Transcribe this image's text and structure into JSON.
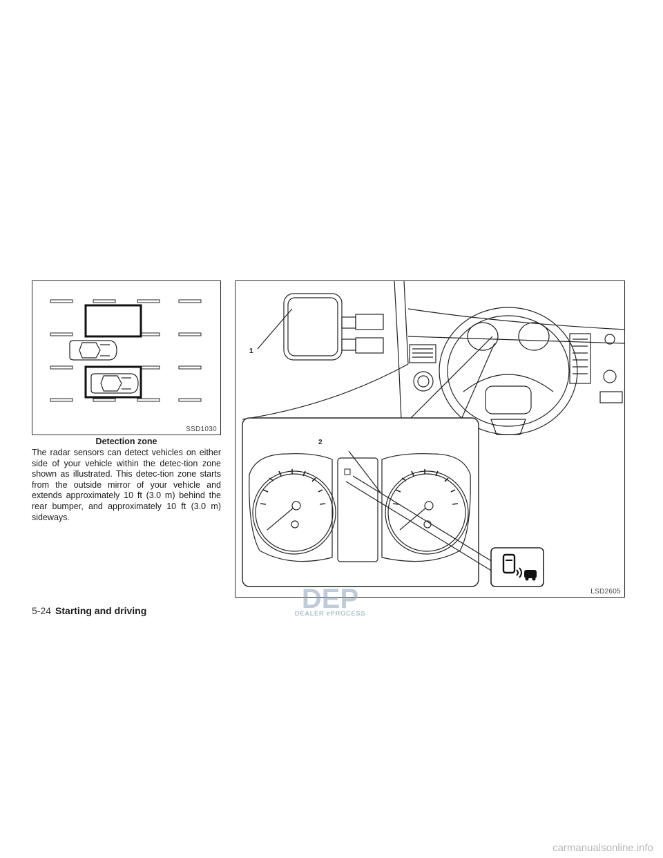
{
  "figure1": {
    "code": "SSD1030",
    "caption": "Detection zone"
  },
  "figure2": {
    "code": "LSD2605",
    "callout_1": "1",
    "callout_2": "2"
  },
  "body_text": "The radar sensors can detect vehicles on either side of your vehicle within the detec-tion zone shown as illustrated. This detec-tion zone starts from the outside mirror of your vehicle and extends approximately 10 ft (3.0 m) behind the rear bumper, and approximately 10 ft (3.0 m) sideways.",
  "footer": {
    "page_number": "5-24",
    "section_title": "Starting and driving"
  },
  "watermark": {
    "logo": "DEP",
    "text": "DEALER ePROCESS"
  },
  "site": "carmanualsonline.info",
  "icons": [
    "blind-spot-warning-icon",
    "car-top-view-icon",
    "side-mirror-icon",
    "steering-wheel-icon",
    "gauge-cluster-icon"
  ]
}
